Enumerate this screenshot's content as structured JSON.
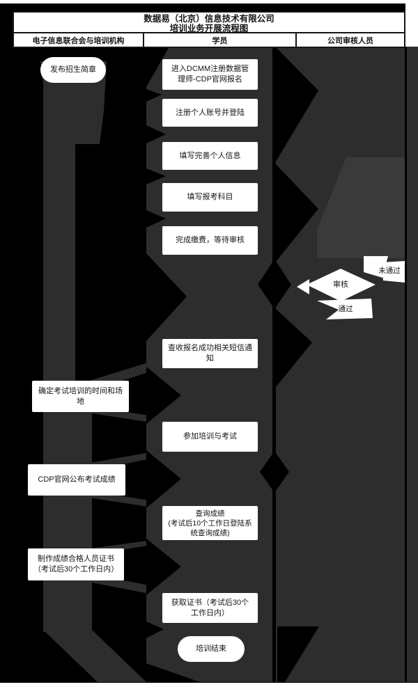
{
  "header": {
    "title_line1": "数据易（北京）信息技术有限公司",
    "title_line2": "培训业务开展流程图",
    "lanes": [
      "电子信息联合会与培训机构",
      "学员",
      "公司审核人员"
    ]
  },
  "nodes": {
    "publish_brochure": "发布招生简章",
    "enter_official_site": "进入DCMM注册数据管理师-CDP官网报名",
    "register_account": "注册个人账号并登陆",
    "fill_personal_info": "填写完善个人信息",
    "fill_exam_subjects": "填写报考科目",
    "complete_payment": "完成缴费，等待审核",
    "receive_sms": "查收报名成功相关短信通知",
    "confirm_time_venue": "确定考试培训的时间和场地",
    "attend_training_exam": "参加培训与考试",
    "publish_exam_results": "CDP官网公布考试成绩",
    "query_results": "查询成绩\n(考试后10个工作日登陆系统查询成绩)",
    "make_certificates": "制作成绩合格人员证书（考试后30个工作日内）",
    "get_certificate": "获取证书（考试后30个工作日内）",
    "training_end": "培训结束"
  },
  "decision": {
    "review": "审核",
    "pass_label": "通过",
    "fail_label": "未通过"
  },
  "colors": {
    "canvas_background": "#000000",
    "connector_fill": "#2d2d2d",
    "connector_fill_light": "#3a3a3a",
    "node_background": "#ffffff",
    "node_text": "#141414",
    "table_border": "#141414"
  }
}
